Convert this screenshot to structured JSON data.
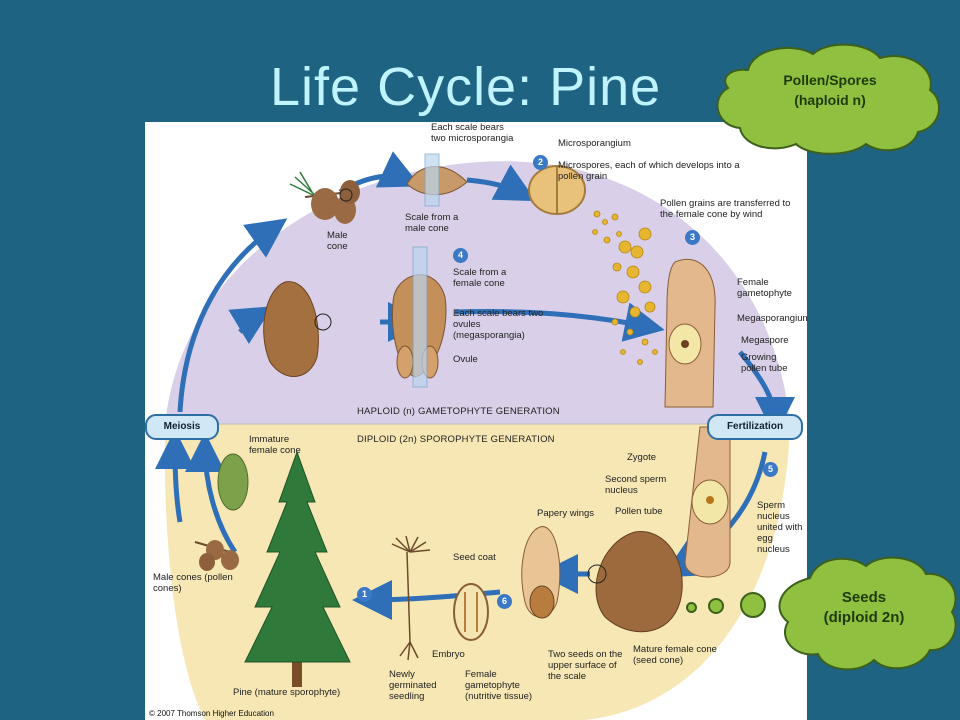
{
  "title": "Life Cycle: Pine",
  "clouds": {
    "top": {
      "line1": "Pollen/Spores",
      "line2": "(haploid n)"
    },
    "bottom": {
      "line1": "Seeds",
      "line2": "(diploid 2n)"
    }
  },
  "generations": {
    "haploid": "HAPLOID (n) GAMETOPHYTE GENERATION",
    "diploid": "DIPLOID (2n) SPOROPHYTE GENERATION"
  },
  "stages": {
    "meiosis": "Meiosis",
    "fertilization": "Fertilization"
  },
  "steps": [
    "1",
    "2",
    "3",
    "4",
    "5",
    "6"
  ],
  "labels": {
    "each_scale_microsporangia": "Each scale bears two microsporangia",
    "microsporangium": "Microsporangium",
    "microspores": "Microspores, each of which develops into a pollen grain",
    "pollen_transfer": "Pollen grains are transferred to the female cone by wind",
    "male_cone": "Male cone",
    "scale_male": "Scale from a male cone",
    "scale_female": "Scale from a female cone",
    "two_ovules": "Each scale bears two ovules (megasporangia)",
    "ovule": "Ovule",
    "female_gametophyte": "Female gametophyte",
    "megasporangium": "Megasporangium",
    "megaspore": "Megaspore",
    "growing_pollen_tube": "Growing pollen tube",
    "immature_female_cone": "Immature female cone",
    "zygote": "Zygote",
    "second_sperm": "Second sperm nucleus",
    "pollen_tube": "Pollen tube",
    "sperm_united": "Sperm nucleus united with egg nucleus",
    "papery_wings": "Papery wings",
    "seed_coat": "Seed coat",
    "male_cones": "Male cones (pollen cones)",
    "embryo": "Embryo",
    "mature_female_cone": "Mature female cone (seed cone)",
    "seedling": "Newly germinated seedling",
    "female_gametophyte_nutritive": "Female gametophyte (nutritive tissue)",
    "two_seeds": "Two seeds on the upper surface of the scale",
    "pine": "Pine (mature sporophyte)"
  },
  "copyright": "© 2007 Thomson Higher Education",
  "colors": {
    "background": "#1e6382",
    "title": "#bff3ff",
    "haploid_region": "#d9cfe8",
    "diploid_region": "#f7e7b4",
    "arrow": "#2e6fb8",
    "cloud": "#8fc03f"
  }
}
